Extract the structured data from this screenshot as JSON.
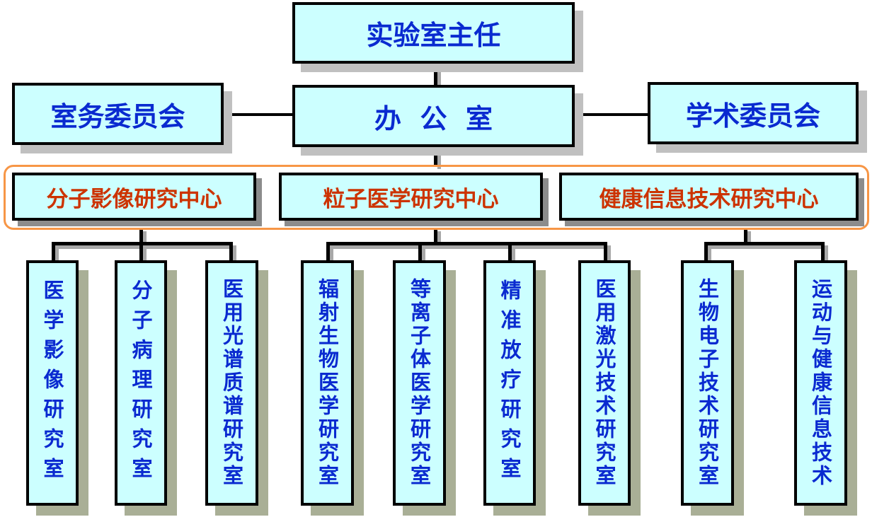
{
  "director": "实验室主任",
  "office": "办  公  室",
  "affairs_committee": "室务委员会",
  "academic_committee": "学术委员会",
  "centers": [
    "分子影像研究中心",
    "粒子医学研究中心",
    "健康信息技术研究中心"
  ],
  "labs": [
    "医学影像研究室",
    "分子病理研究室",
    "医用光谱质谱研究室",
    "辐射生物医学研究室",
    "等离子体医学研究室",
    "精准放疗研究室",
    "医用激光技术研究室",
    "生物电子技术研究室",
    "运动与健康信息技术"
  ],
  "colors": {
    "box_fill": "#ccffff",
    "text_blue": "#0a2ad0",
    "text_red": "#cc3300",
    "frame": "#f79646"
  }
}
